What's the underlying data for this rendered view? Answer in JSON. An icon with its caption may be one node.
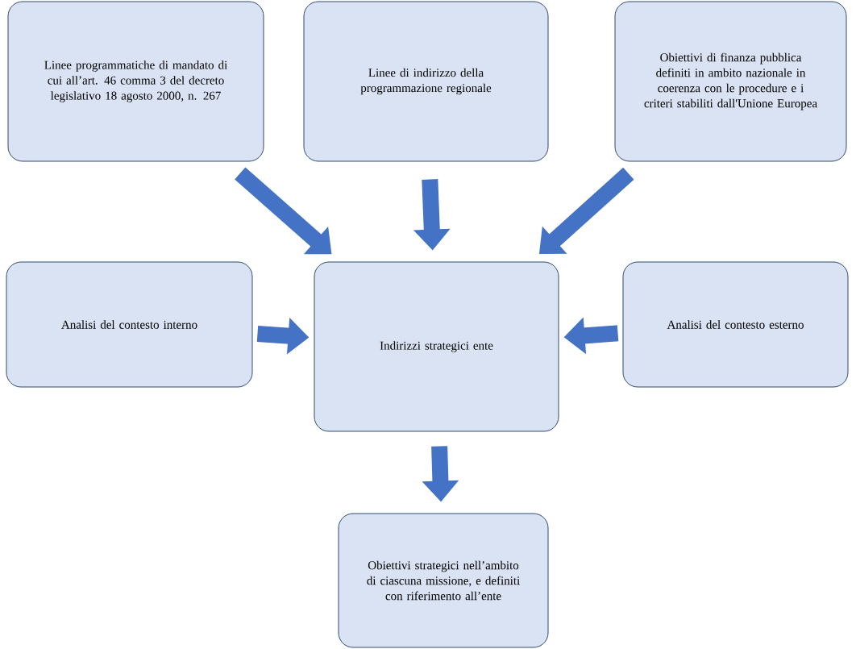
{
  "diagram": {
    "nodes": [
      {
        "text": [
          "Linee programmatiche di mandato di cui all’art. 46 comma 3 del decreto legislativo 18 agosto 2000, n. 267"
        ]
      },
      {
        "text": [
          "Linee di indirizzo della programmazione regionale"
        ]
      },
      {
        "text": [
          "Obiettivi di finanza pubblica definiti in ambito nazionale in coerenza con le procedure e i criteri stabiliti dall'Unione Europea"
        ]
      },
      {
        "text": [
          "Analisi del contesto interno"
        ]
      },
      {
        "text": [
          "Indirizzi strategici ente"
        ]
      },
      {
        "text": [
          "Analisi del contesto esterno"
        ]
      },
      {
        "text": [
          "Obiettivi strategici nell’ambito di ciascuna missione, e definiti con riferimento all’ente"
        ]
      }
    ],
    "edges": [
      {
        "from": 0,
        "to": 4,
        "arrow": "to"
      },
      {
        "from": 1,
        "to": 4,
        "arrow": "to"
      },
      {
        "from": 2,
        "to": 4,
        "arrow": "to"
      },
      {
        "from": 3,
        "to": 4,
        "arrow": "to"
      },
      {
        "from": 5,
        "to": 4,
        "arrow": "to"
      },
      {
        "from": 4,
        "to": 6,
        "arrow": "to"
      }
    ]
  }
}
